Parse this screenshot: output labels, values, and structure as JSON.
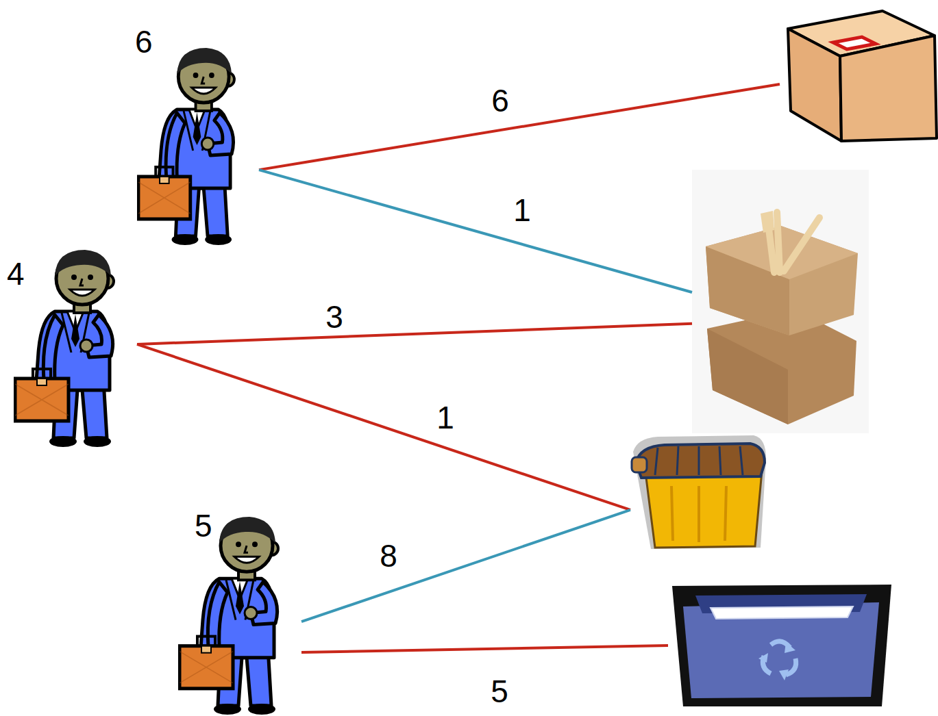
{
  "diagram": {
    "nodes": [
      {
        "text": [
          "6"
        ]
      },
      {
        "text": [
          "4"
        ]
      },
      {
        "text": [
          "5"
        ]
      },
      {
        "text": []
      },
      {
        "text": []
      },
      {
        "text": []
      },
      {
        "text": []
      }
    ],
    "edges": [
      {
        "from": 0,
        "to": 3,
        "arrow": "none",
        "label": "6"
      },
      {
        "from": 0,
        "to": 4,
        "arrow": "none",
        "label": "1"
      },
      {
        "from": 1,
        "to": 4,
        "arrow": "none",
        "label": "3"
      },
      {
        "from": 1,
        "to": 5,
        "arrow": "none",
        "label": "1"
      },
      {
        "from": 2,
        "to": 5,
        "arrow": "none",
        "label": "8"
      },
      {
        "from": 2,
        "to": 6,
        "arrow": "none",
        "label": "5"
      }
    ]
  }
}
